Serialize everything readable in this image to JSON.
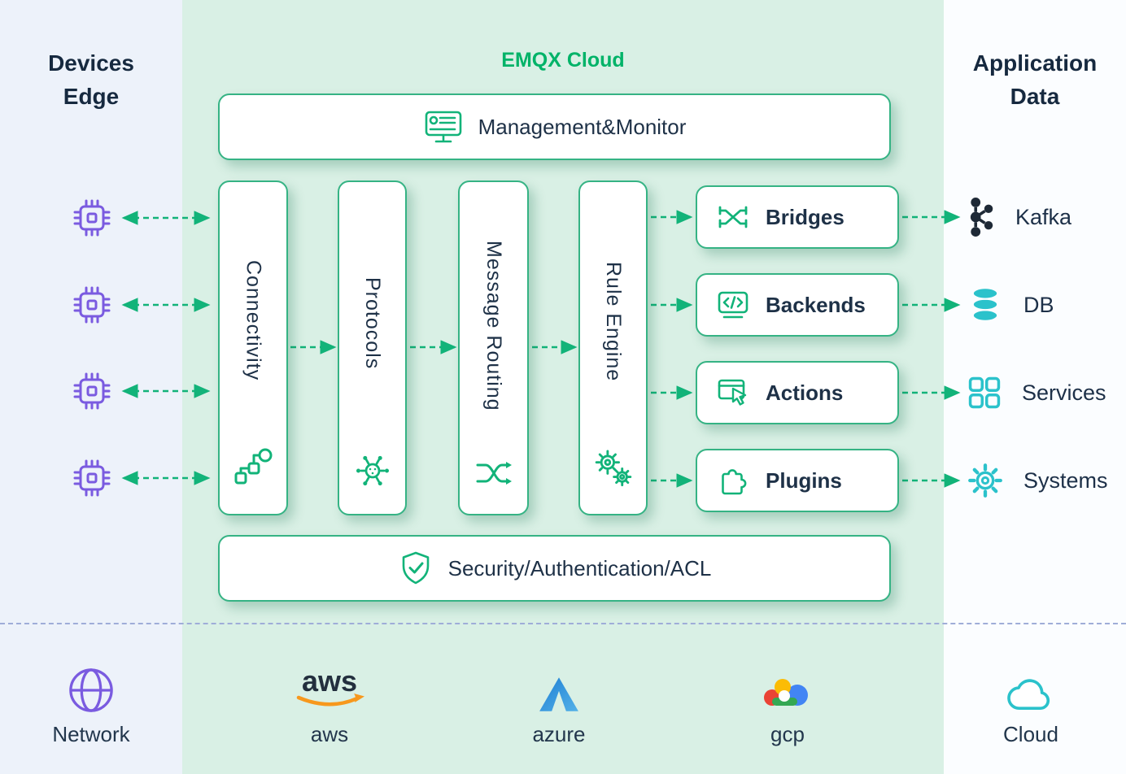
{
  "colors": {
    "accent_green": "#12b379",
    "title_green": "#00b368",
    "purple": "#7a5be0",
    "cyan": "#2bc2cb",
    "text_dark": "#1d3147"
  },
  "left_panel": {
    "title_line1": "Devices",
    "title_line2": "Edge",
    "device_icon": "chip-icon"
  },
  "cloud": {
    "title": "EMQX Cloud",
    "management": {
      "label": "Management&Monitor",
      "icon": "monitor-icon"
    },
    "pillars": [
      {
        "label": "Connectivity",
        "icon": "topology-icon"
      },
      {
        "label": "Protocols",
        "icon": "hub-icon"
      },
      {
        "label": "Message Routing",
        "icon": "shuffle-icon"
      },
      {
        "label": "Rule Engine",
        "icon": "gears-icon"
      }
    ],
    "modules": [
      {
        "label": "Bridges",
        "icon": "bridge-crossover-icon"
      },
      {
        "label": "Backends",
        "icon": "code-window-icon"
      },
      {
        "label": "Actions",
        "icon": "cursor-window-icon"
      },
      {
        "label": "Plugins",
        "icon": "puzzle-icon"
      }
    ],
    "security": {
      "label": "Security/Authentication/ACL",
      "icon": "shield-check-icon"
    }
  },
  "right_panel": {
    "title_line1": "Application",
    "title_line2": "Data",
    "targets": [
      {
        "label": "Kafka",
        "icon": "kafka-icon"
      },
      {
        "label": "DB",
        "icon": "database-icon"
      },
      {
        "label": "Services",
        "icon": "services-grid-icon"
      },
      {
        "label": "Systems",
        "icon": "gear-icon"
      }
    ]
  },
  "footer": {
    "items": [
      {
        "label": "Network",
        "icon": "globe-icon"
      },
      {
        "label": "aws",
        "icon": "aws-logo"
      },
      {
        "label": "azure",
        "icon": "azure-logo"
      },
      {
        "label": "gcp",
        "icon": "gcp-logo"
      },
      {
        "label": "Cloud",
        "icon": "cloud-icon"
      }
    ]
  }
}
